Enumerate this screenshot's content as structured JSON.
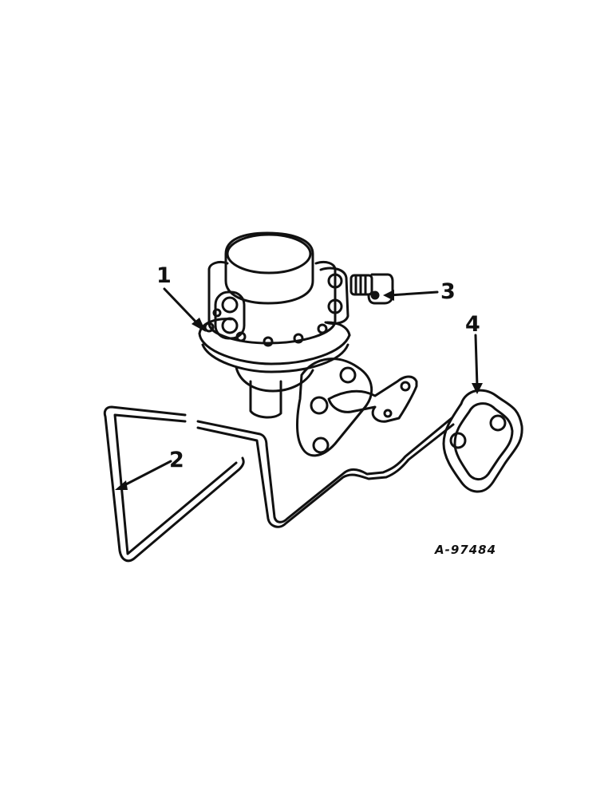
{
  "callouts": {
    "fuel_pump": "1",
    "fuel_lines": "2",
    "elbow_fitting": "3",
    "gasket": "4"
  },
  "drawing_number": "A-97484",
  "colors": {
    "ink": "#111111",
    "paper": "#ffffff"
  }
}
